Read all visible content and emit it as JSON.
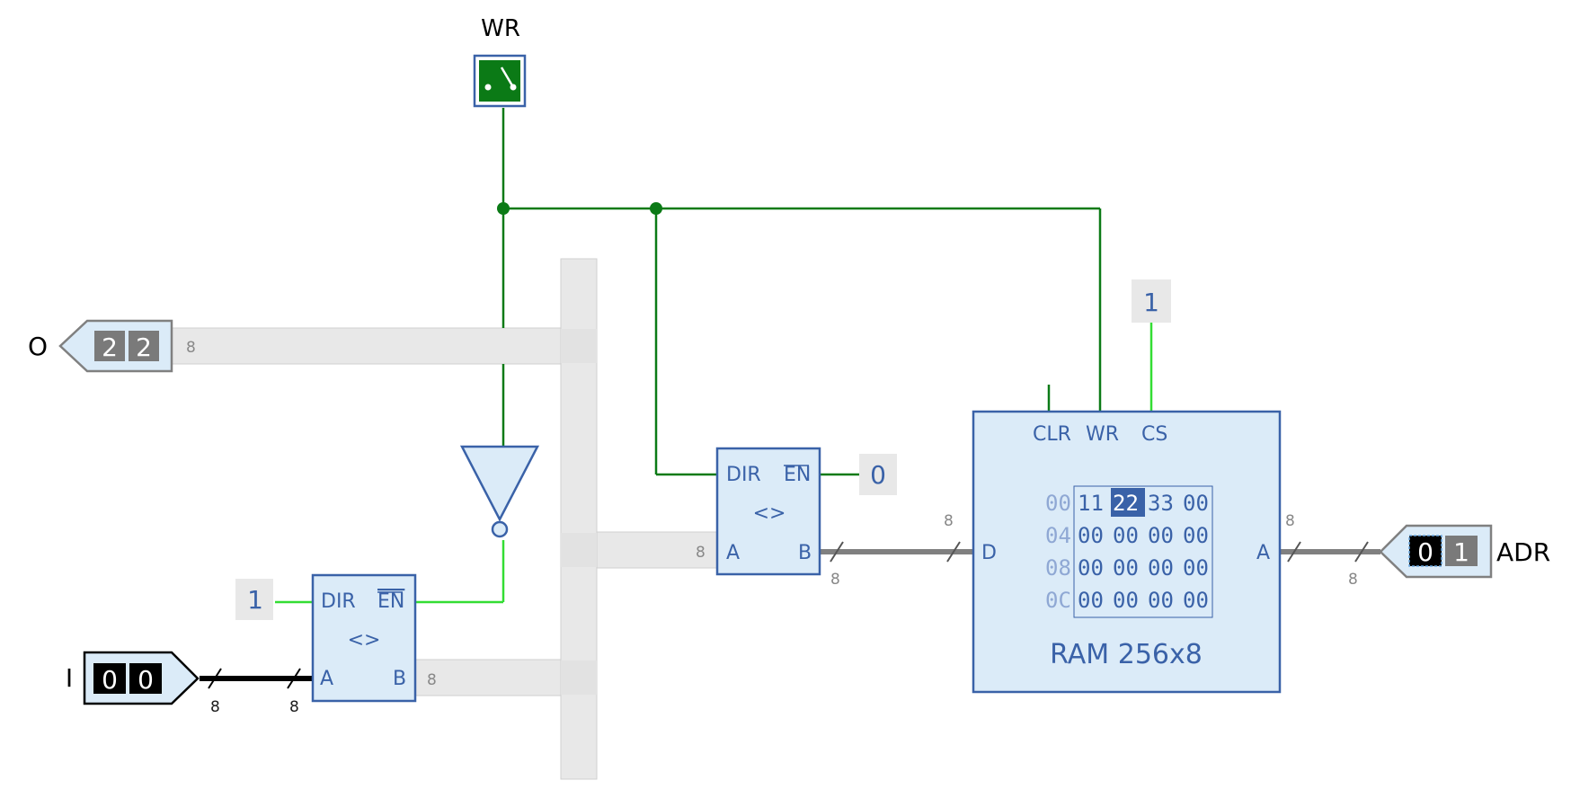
{
  "labels": {
    "wr": "WR",
    "o": "O",
    "i": "I",
    "adr": "ADR"
  },
  "constants": {
    "transceiver_top_dir": "1",
    "transceiver_right_en": "0",
    "ram_cs": "1"
  },
  "output_o": {
    "digits": [
      "2",
      "2"
    ],
    "width": "8"
  },
  "input_i": {
    "digits": [
      "0",
      "0"
    ],
    "width_a": "8",
    "width_b": "8"
  },
  "input_adr": {
    "digits": [
      "0",
      "1"
    ],
    "width_a": "8",
    "width_b": "8"
  },
  "transceiver_left": {
    "dir": "DIR",
    "en": "EN",
    "symbol": "<>",
    "a": "A",
    "b": "B",
    "width": "8"
  },
  "transceiver_right": {
    "dir": "DIR",
    "en": "EN",
    "symbol": "<>",
    "a": "A",
    "b": "B",
    "width_a": "8",
    "width_b": "8"
  },
  "ram": {
    "title": "RAM 256x8",
    "pins": {
      "clr": "CLR",
      "wr": "WR",
      "cs": "CS",
      "d": "D",
      "a": "A"
    },
    "width_d": "8",
    "rows": [
      {
        "addr": "00",
        "cells": [
          "11",
          "22",
          "33",
          "00"
        ]
      },
      {
        "addr": "04",
        "cells": [
          "00",
          "00",
          "00",
          "00"
        ]
      },
      {
        "addr": "08",
        "cells": [
          "00",
          "00",
          "00",
          "00"
        ]
      },
      {
        "addr": "0C",
        "cells": [
          "00",
          "00",
          "00",
          "00"
        ]
      }
    ],
    "selected_cell": "22"
  },
  "colors": {
    "wire_dark_green": "#0b7a16",
    "wire_bright_green": "#33dd33",
    "component_fill": "#dbebf8",
    "component_stroke": "#3a62a8",
    "bus_fill": "#e8e8e8",
    "bus_stroke": "#cccccc",
    "display_active": "#000000",
    "display_inactive": "#7a7a7a",
    "highlight": "#3a62a8"
  }
}
